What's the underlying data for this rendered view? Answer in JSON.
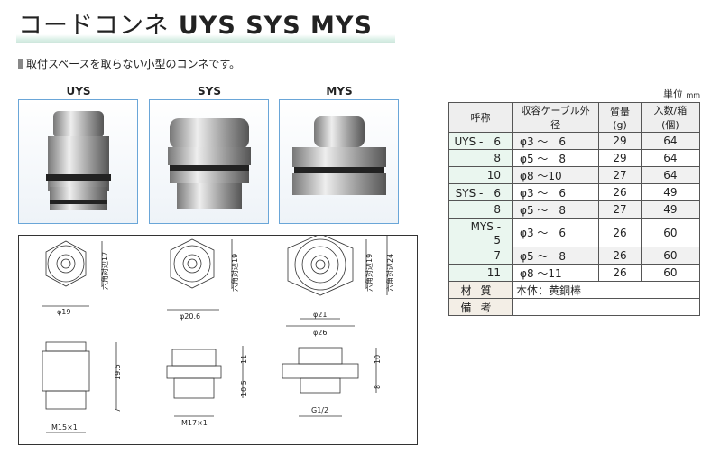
{
  "title": {
    "jp": "コードコンネ",
    "models": "UYS SYS MYS"
  },
  "subtitle": "取付スペースを取らない小型のコンネです。",
  "products": [
    {
      "label": "UYS"
    },
    {
      "label": "SYS"
    },
    {
      "label": "MYS"
    }
  ],
  "drawings": {
    "uys": {
      "dia": "φ19",
      "hex": "六角対辺17",
      "h1": "19.5",
      "h2": "7",
      "thread": "M15×1"
    },
    "sys": {
      "dia": "φ20.6",
      "hex": "六角対辺19",
      "h1": "11",
      "h2": "10.5",
      "thread": "M17×1"
    },
    "mys": {
      "dia1": "φ21",
      "dia2": "φ26",
      "hex1": "六角対辺19",
      "hex2": "六角対辺24",
      "h1": "10",
      "h2": "8",
      "thread": "G1/2"
    }
  },
  "table": {
    "unit": "単位",
    "unit_mm": "mm",
    "headers": [
      "呼称",
      "収容ケーブル外径",
      "質量(g)",
      "入数/箱(個)"
    ],
    "rows": [
      [
        "UYS -　6",
        "φ3 ～　6",
        "29",
        "64"
      ],
      [
        "8",
        "φ5 ～　8",
        "29",
        "64"
      ],
      [
        "10",
        "φ8 ～10",
        "27",
        "64"
      ],
      [
        "SYS -　6",
        "φ3 ～　6",
        "26",
        "49"
      ],
      [
        "8",
        "φ5 ～　8",
        "27",
        "49"
      ],
      [
        "MYS -　5",
        "φ3 ～　6",
        "26",
        "60"
      ],
      [
        "7",
        "φ5 ～　8",
        "26",
        "60"
      ],
      [
        "11",
        "φ8 ～11",
        "26",
        "60"
      ]
    ],
    "material_label": "材質",
    "material": "本体：黄銅棒",
    "remarks_label": "備考",
    "remarks": ""
  }
}
